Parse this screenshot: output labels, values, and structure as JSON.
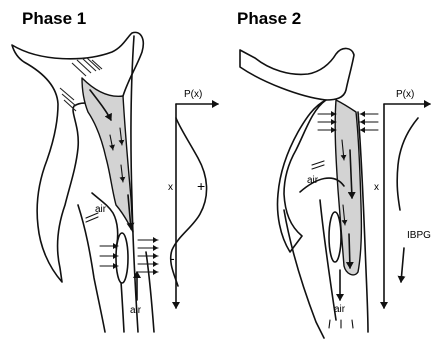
{
  "phases": [
    {
      "title": "Phase 1",
      "pressure_label": "P(x)",
      "axis_label": "x",
      "plus_sign": "+",
      "minus_sign": "-",
      "air_labels": [
        "air",
        "air"
      ]
    },
    {
      "title": "Phase 2",
      "pressure_label": "P(x)",
      "axis_label": "x",
      "gradient_label": "IBPG",
      "air_labels": [
        "air",
        "air"
      ]
    }
  ],
  "colors": {
    "outline": "#111111",
    "fluid": "#d3d3d3",
    "background": "#ffffff"
  }
}
